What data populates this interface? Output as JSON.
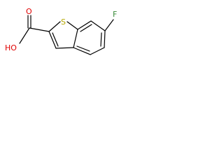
{
  "molecule": {
    "atoms": {
      "fluorine": "F",
      "sulfur": "S",
      "hydroxyl": "HO",
      "carbonyl_oxygen": "O"
    },
    "colors": {
      "sulfur": "#b5a800",
      "oxygen": "#e00000",
      "fluorine": "#3a8c3a",
      "bond": "#000000"
    }
  }
}
